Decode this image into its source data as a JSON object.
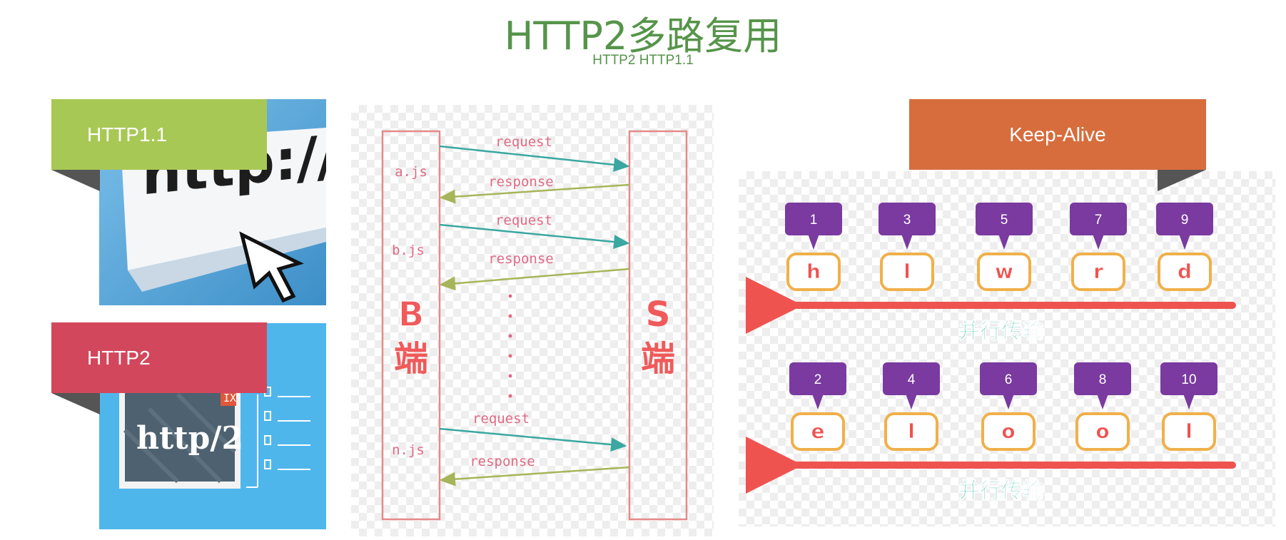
{
  "header": {
    "title": "HTTP2多路复用",
    "subtitle": "HTTP2 HTTP1.1"
  },
  "left_panel": {
    "http11_label": "HTTP1.1",
    "http11_image_text": "http://www.",
    "http2_label": "HTTP2",
    "http2_image_text": "http/2",
    "http2_badge": "IX",
    "colors": {
      "http11": "#a8c855",
      "http2": "#d3475c",
      "http11_img": "#5eaedb",
      "http2_img": "#4fb6ec"
    }
  },
  "sequence_diagram": {
    "client_label": [
      "B",
      "端"
    ],
    "server_label": [
      "S",
      "端"
    ],
    "files": [
      "a.js",
      "b.js",
      "n.js"
    ],
    "messages": [
      {
        "file": "a.js",
        "request": "request",
        "response": "response"
      },
      {
        "file": "b.js",
        "request": "request",
        "response": "response"
      },
      {
        "file": "n.js",
        "request": "request",
        "response": "response"
      }
    ],
    "ellipsis": "⋮"
  },
  "keep_alive": {
    "label": "Keep-Alive",
    "color": "#d76d3d",
    "row1": {
      "ids": [
        "1",
        "3",
        "5",
        "7",
        "9"
      ],
      "letters": [
        "h",
        "l",
        "w",
        "r",
        "d"
      ],
      "caption": "并行传输"
    },
    "row2": {
      "ids": [
        "2",
        "4",
        "6",
        "8",
        "10"
      ],
      "letters": [
        "e",
        "l",
        "o",
        "o",
        "l"
      ],
      "caption": "并行传输"
    }
  }
}
